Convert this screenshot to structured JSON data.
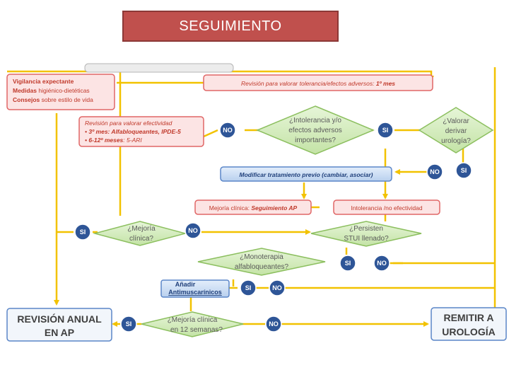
{
  "title": "SEGUIMIENTO",
  "colors": {
    "flow_line": "#f2c200",
    "circle": "#2e5597",
    "pink_fill": "#fce4e4",
    "pink_stroke": "#e06666",
    "diamond_fill": "#d7efc2",
    "diamond_stroke": "#8cbf5f",
    "blue_fill": "#cfe0f4",
    "blue_stroke": "#5b86c8",
    "title_fill": "#c0504d"
  },
  "nodes": {
    "vigilancia": {
      "line1": "Vigilancia expectante",
      "line2_bold": "Medidas",
      "line2_rest": " higiénico-dietéticas",
      "line3_bold": "Consejos",
      "line3_rest": " sobre estilo de vida"
    },
    "revision_tolerancia": {
      "normal": "Revisión para valorar tolerancia/efectos adversos: ",
      "bold": "1º mes"
    },
    "revision_efectividad": {
      "line1": "Revisión para valorar efectividad",
      "b1_bold": "3º mes: Alfabloqueantes, IPDE-5",
      "b2_bold": "6-12º meses",
      "b2_rest": ": 5-ARI"
    },
    "intolerancia": {
      "line1": "¿Intolerancia y/o",
      "line2": "efectos adversos",
      "line3": "importantes?"
    },
    "valorar_derivar": {
      "line1": "¿Valorar",
      "line2": "derivar",
      "line3": "urología?"
    },
    "modificar": "Modificar tratamiento previo (cambiar, asociar)",
    "mejoria_clinica": {
      "normal": "Mejoría clínica: ",
      "bold": "Seguimiento AP"
    },
    "intolerancia_no_efect": "Intolerancia /no efectividad",
    "mejoria_q": {
      "line1": "¿Mejoría",
      "line2": "clínica?"
    },
    "persisten": {
      "line1": "¿Persisten",
      "line2": "STUI llenado?"
    },
    "monoterapia": {
      "line1": "¿Monoterapia",
      "line2": "alfabloqueantes?"
    },
    "anadir": {
      "line1": "Añadir",
      "line2": "Antimuscarínicos"
    },
    "mejoria_12": {
      "line1": "¿Mejoría clínica",
      "line2": "en 12 semanas?"
    },
    "revision_anual": {
      "line1": "REVISIÓN ANUAL",
      "line2": "EN AP"
    },
    "remitir": {
      "line1": "REMITIR A",
      "line2": "UROLOGÍA"
    }
  },
  "answers": {
    "no": "NO",
    "si": "SI"
  }
}
